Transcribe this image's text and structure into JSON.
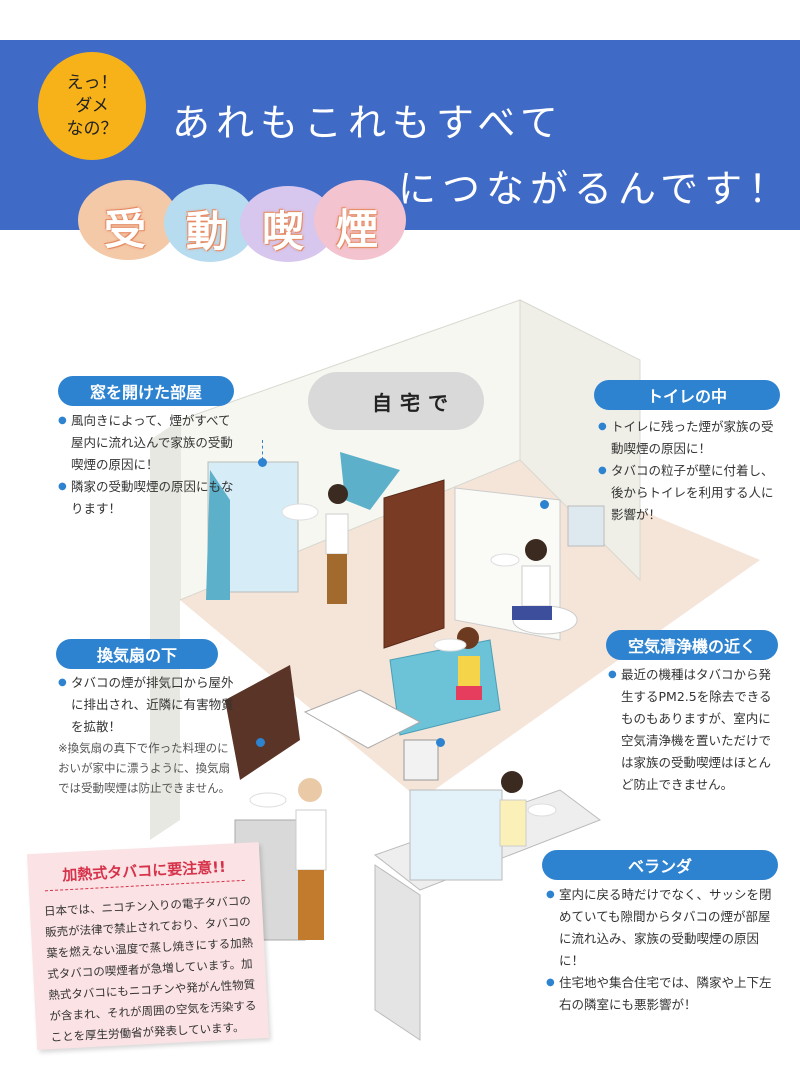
{
  "header": {
    "badge_lines": [
      "えっ！",
      "ダメ",
      "なの？"
    ],
    "title_line1": "あれもこれもすべて",
    "title_line2": "につながるんです！",
    "cloud_chars": [
      "受",
      "動",
      "喫",
      "煙"
    ]
  },
  "scene": {
    "home_label": "自宅で"
  },
  "sections": {
    "window": {
      "title": "窓を開けた部屋",
      "items": [
        "風向きによって、煙がすべて屋内に流れ込んで家族の受動喫煙の原因に！",
        "隣家の受動喫煙の原因にもなります！"
      ]
    },
    "toilet": {
      "title": "トイレの中",
      "items": [
        "トイレに残った煙が家族の受動喫煙の原因に！",
        "タバコの粒子が壁に付着し、後からトイレを利用する人に影響が！"
      ]
    },
    "fan": {
      "title": "換気扇の下",
      "items": [
        "タバコの煙が排気口から屋外に排出され、近隣に有害物質を拡散！"
      ],
      "note": "※換気扇の真下で作った料理のにおいが家中に漂うように、換気扇では受動喫煙は防止できません。"
    },
    "purifier": {
      "title": "空気清浄機の近く",
      "items": [
        "最近の機種はタバコから発生するPM2.5を除去できるものもありますが、室内に空気清浄機を置いただけでは家族の受動喫煙はほとんど防止できません。"
      ]
    },
    "veranda": {
      "title": "ベランダ",
      "items": [
        "室内に戻る時だけでなく、サッシを閉めていても隙間からタバコの煙が部屋に流れ込み、家族の受動喫煙の原因に！",
        "住宅地や集合住宅では、隣家や上下左右の隣室にも悪影響が！"
      ]
    }
  },
  "caution": {
    "title": "加熱式タバコに要注意!!",
    "body": "日本では、ニコチン入りの電子タバコの販売が法律で禁止されており、タバコの葉を燃えない温度で蒸し焼きにする加熱式タバコの喫煙者が急増しています。加熱式タバコにもニコチンや発がん性物質が含まれ、それが周囲の空気を汚染することを厚生労働省が発表しています。"
  },
  "colors": {
    "banner": "#3f6ac6",
    "badge": "#f7b21a",
    "label": "#2e83d0",
    "caution_bg": "#fbe2e5",
    "caution_title": "#d6334a"
  }
}
